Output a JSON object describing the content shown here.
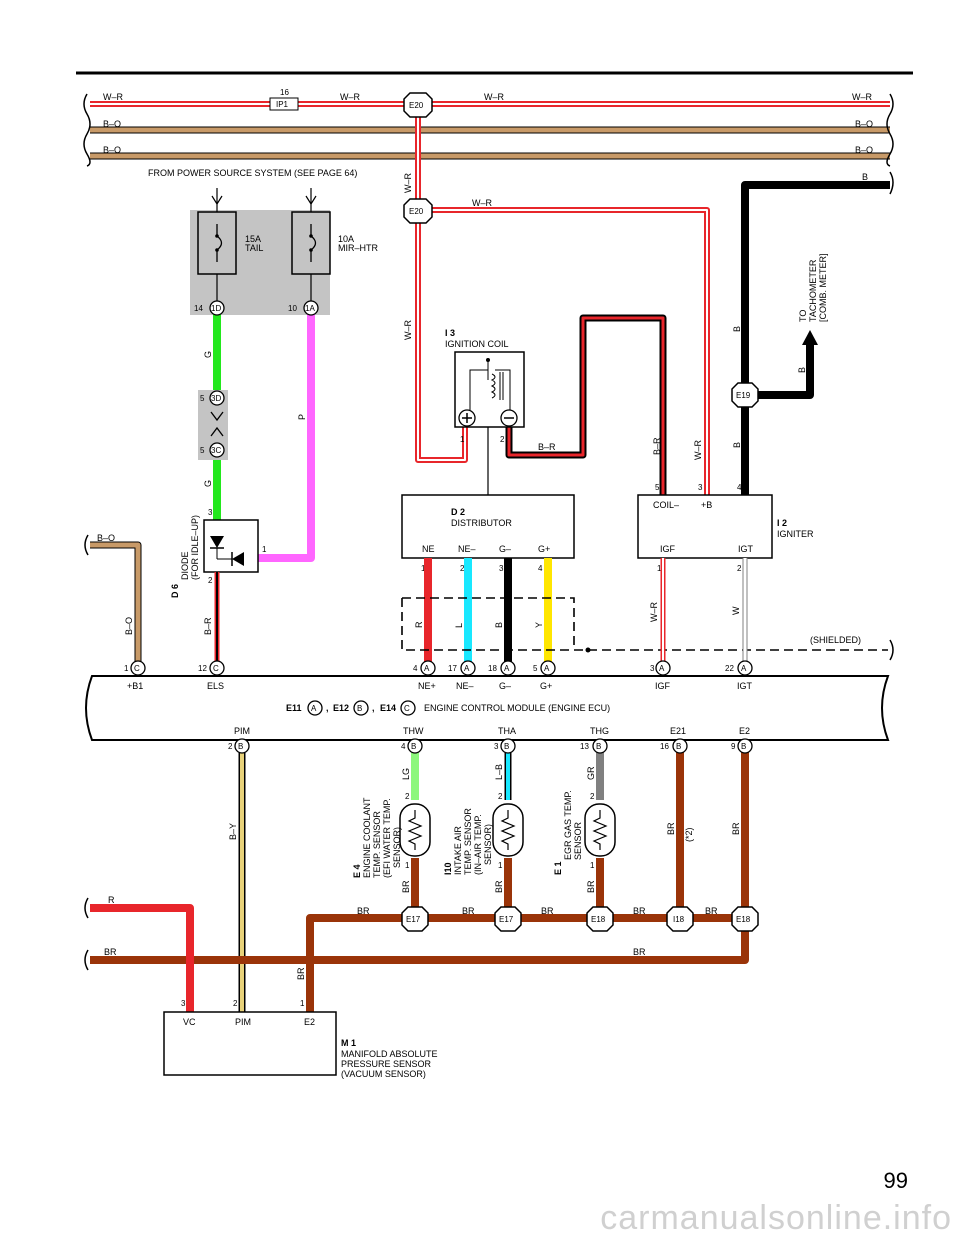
{
  "page_number": "99",
  "watermark": "carmanualsonline.info",
  "source_note": "FROM POWER SOURCE SYSTEM (SEE PAGE 64)",
  "ecm": {
    "connectors_prefix": [
      "E11",
      "E12",
      "E14"
    ],
    "connector_letters": [
      "A",
      "B",
      "C"
    ],
    "title": "ENGINE CONTROL MODULE (ENGINE ECU)",
    "top_terminals": [
      {
        "pin": "1",
        "conn": "C",
        "name": "+B1"
      },
      {
        "pin": "12",
        "conn": "C",
        "name": "ELS"
      },
      {
        "pin": "4",
        "conn": "A",
        "name": "NE+"
      },
      {
        "pin": "17",
        "conn": "A",
        "name": "NE–"
      },
      {
        "pin": "18",
        "conn": "A",
        "name": "G–"
      },
      {
        "pin": "5",
        "conn": "A",
        "name": "G+"
      },
      {
        "pin": "3",
        "conn": "A",
        "name": "IGF"
      },
      {
        "pin": "22",
        "conn": "A",
        "name": "IGT"
      }
    ],
    "bottom_terminals": [
      {
        "pin": "2",
        "conn": "B",
        "name": "PIM"
      },
      {
        "pin": "4",
        "conn": "B",
        "name": "THW"
      },
      {
        "pin": "3",
        "conn": "B",
        "name": "THA"
      },
      {
        "pin": "13",
        "conn": "B",
        "name": "THG"
      },
      {
        "pin": "16",
        "conn": "B",
        "name": "E21"
      },
      {
        "pin": "9",
        "conn": "B",
        "name": "E2"
      }
    ]
  },
  "fuses": [
    {
      "rating": "15A",
      "name": "TAIL",
      "pin": "14",
      "conn": "1D"
    },
    {
      "rating": "10A",
      "name": "MIR–HTR",
      "pin": "10",
      "conn": "1A"
    }
  ],
  "connectors": {
    "ip1": {
      "label": "IP1",
      "pin": "16"
    },
    "e20": "E20",
    "e19": "E19",
    "e17": "E17",
    "e18": "E18",
    "i18": "I18",
    "j3d": "3D",
    "j3c": "3C"
  },
  "components": {
    "diode": {
      "code": "D 6",
      "name": "DIODE",
      "sub": "(FOR IDLE–UP)"
    },
    "ignition_coil": {
      "code": "I 3",
      "name": "IGNITION COIL"
    },
    "distributor": {
      "code": "D 2",
      "name": "DISTRIBUTOR",
      "terminals": [
        "NE",
        "NE–",
        "G–",
        "G+"
      ]
    },
    "igniter": {
      "code": "I 2",
      "name": "IGNITER",
      "terminals": [
        "COIL–",
        "+B",
        "IGF",
        "IGT"
      ]
    },
    "tach": [
      "TO",
      "TACHOMETER",
      "[COMB. METER]"
    ],
    "ect_sensor": {
      "code": "E 4",
      "lines": [
        "ENGINE COOLANT",
        "TEMP. SENSOR",
        "(EFI WATER TEMP.",
        "SENSOR)"
      ]
    },
    "iat_sensor": {
      "code": "I10",
      "lines": [
        "INTAKE AIR",
        "TEMP. SENSOR",
        "(IN–AIR TEMP.",
        "SENSOR)"
      ]
    },
    "egr_sensor": {
      "code": "E 1",
      "lines": [
        "EGR GAS TEMP.",
        "SENSOR"
      ]
    },
    "map_sensor": {
      "code": "M 1",
      "lines": [
        "MANIFOLD ABSOLUTE",
        "PRESSURE SENSOR",
        "(VACUUM SENSOR)"
      ],
      "terminals": [
        "VC",
        "PIM",
        "E2"
      ]
    }
  },
  "wire_labels": {
    "wr": "W–R",
    "bo": "B–O",
    "b": "B",
    "g": "G",
    "p": "P",
    "br_": "B–R",
    "r": "R",
    "l": "L",
    "y": "Y",
    "w": "W",
    "lg": "LG",
    "lb": "L–B",
    "gr": "GR",
    "br": "BR",
    "by": "B–Y",
    "star2": "(*2)",
    "shielded": "(SHIELDED)"
  },
  "colors": {
    "wr_red": "#e8262b",
    "bo_tan": "#c89a68",
    "black": "#000000",
    "green": "#22e81c",
    "pink": "#ff66ff",
    "cyan": "#18e8ff",
    "yellow": "#ffe600",
    "gray": "#808080",
    "brown": "#9a3409",
    "lightgreen": "#8cf77c",
    "tan": "#e8d27a",
    "fuse_bg": "#c4c4c4"
  }
}
